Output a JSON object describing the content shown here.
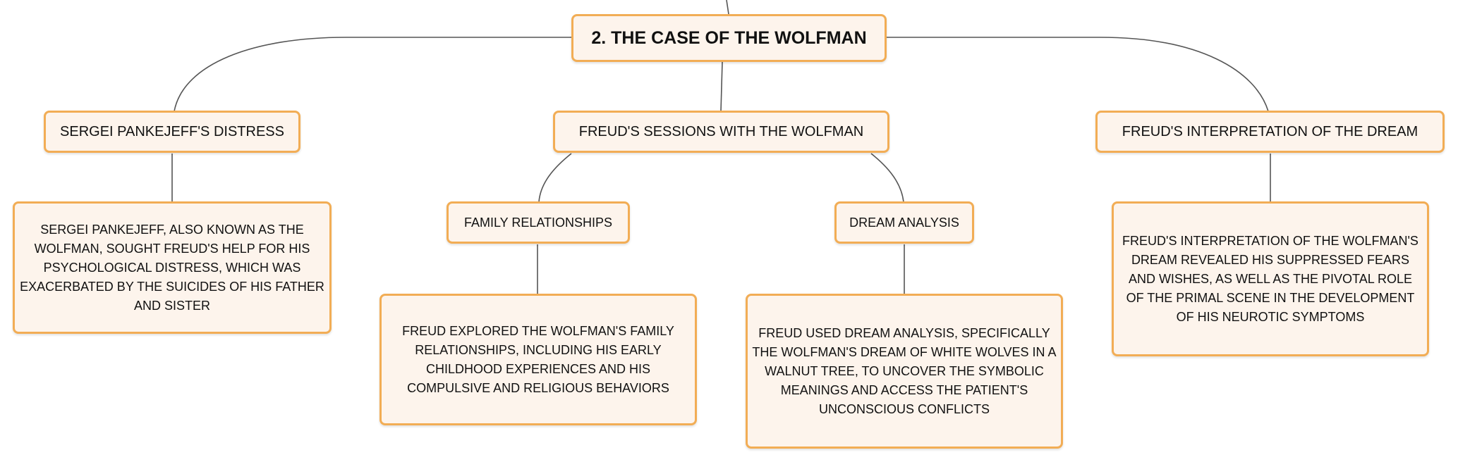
{
  "root": {
    "title": "2. THE CASE OF THE WOLFMAN"
  },
  "branches": {
    "distress": {
      "label": "SERGEI PANKEJEFF'S DISTRESS",
      "detail": "SERGEI PANKEJEFF, ALSO KNOWN AS THE WOLFMAN, SOUGHT FREUD'S HELP FOR HIS PSYCHOLOGICAL DISTRESS, WHICH WAS EXACERBATED BY THE SUICIDES OF HIS FATHER AND SISTER"
    },
    "sessions": {
      "label": "FREUD'S SESSIONS WITH THE WOLFMAN",
      "family": {
        "label": "FAMILY RELATIONSHIPS",
        "detail": "FREUD EXPLORED THE WOLFMAN'S FAMILY RELATIONSHIPS, INCLUDING HIS EARLY CHILDHOOD EXPERIENCES AND HIS COMPULSIVE AND RELIGIOUS BEHAVIORS"
      },
      "dream_analysis": {
        "label": "DREAM ANALYSIS",
        "detail": "FREUD USED DREAM ANALYSIS, SPECIFICALLY THE WOLFMAN'S DREAM OF WHITE WOLVES IN A WALNUT TREE, TO UNCOVER THE SYMBOLIC MEANINGS AND ACCESS THE PATIENT'S UNCONSCIOUS CONFLICTS"
      }
    },
    "interpretation": {
      "label": "FREUD'S INTERPRETATION OF THE DREAM",
      "detail": "FREUD'S INTERPRETATION OF THE WOLFMAN'S DREAM REVEALED HIS SUPPRESSED FEARS AND WISHES, AS WELL AS THE PIVOTAL ROLE OF THE PRIMAL SCENE IN THE DEVELOPMENT OF HIS NEUROTIC SYMPTOMS"
    }
  },
  "colors": {
    "node_fill": "#fdf4ec",
    "node_border": "#f2ad55",
    "connector": "#555555",
    "text": "#111111"
  }
}
